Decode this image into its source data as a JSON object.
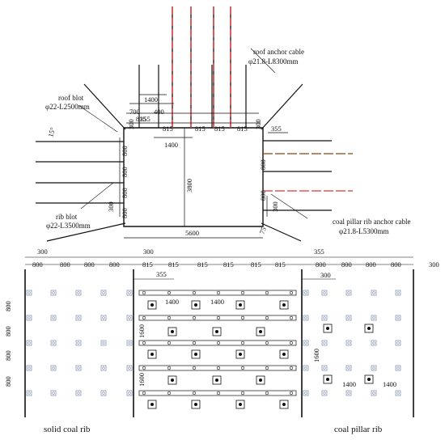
{
  "section": {
    "dims": {
      "bolt_spacing": "815",
      "roof_edge_offset": "355",
      "cable_spacing": "1400",
      "cable_offset_a": "700",
      "cable_offset_b": "400",
      "roof_angled_dim": "300",
      "rib_spacing": "800",
      "rib_end_dim": "300",
      "height": "3800",
      "width": "5600",
      "angle_left": "15°",
      "angle_right": "75"
    },
    "labels": {
      "roof_anchor_cable": [
        "roof anchor cable",
        "φ21.8-L8300mm"
      ],
      "roof_bolt": [
        "roof blot",
        "φ22-L2500mm"
      ],
      "rib_bolt": [
        "rib blot",
        "φ22-L3500mm"
      ],
      "pillar_cable": [
        "coal pillar rib anchor cable",
        "φ21.8-L5300mm"
      ]
    }
  },
  "layout": {
    "dims": {
      "rib_spacing": "800",
      "edge": "300",
      "roof_bolt_spacing": "815",
      "roof_edge": "355",
      "cable_spacing": "1400",
      "row_spacing": "1600"
    },
    "captions": {
      "solid": "solid coal rib",
      "pillar": "coal pillar rib"
    }
  },
  "colors": {
    "line": "#111111",
    "cable_red": "#e53030",
    "cable_brown": "#8b4513",
    "bolt_symbol": "#7a8aa8"
  }
}
